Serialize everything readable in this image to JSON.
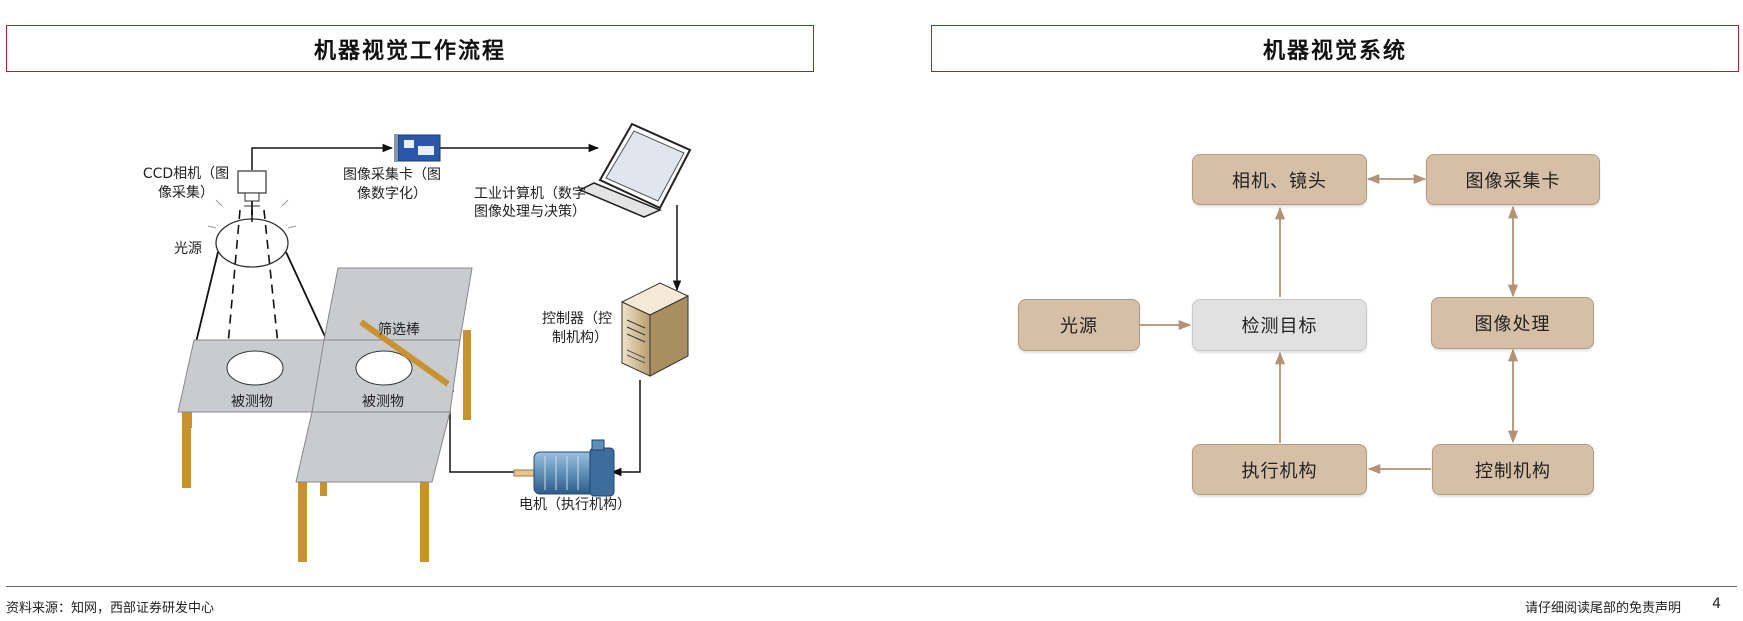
{
  "left_panel": {
    "title": "机器视觉工作流程",
    "labels": {
      "ccd_camera_1": "CCD相机（图",
      "ccd_camera_2": "像采集）",
      "capture_card_1": "图像采集卡（图",
      "capture_card_2": "像数字化）",
      "computer_1": "工业计算机（数字",
      "computer_2": "图像处理与决策）",
      "light_source": "光源",
      "sieve_rod": "筛选棒",
      "object_1": "被测物",
      "object_2": "被测物",
      "controller_1": "控制器（控",
      "controller_2": "制机构）",
      "motor": "电机（执行机构）"
    }
  },
  "right_panel": {
    "title": "机器视觉系统",
    "nodes": {
      "camera_lens": "相机、镜头",
      "capture_card": "图像采集卡",
      "light_source": "光源",
      "inspection_target": "检测目标",
      "image_processing": "图像处理",
      "actuator": "执行机构",
      "control_mechanism": "控制机构"
    }
  },
  "footer": {
    "source": "资料来源：知网，西部证券研发中心",
    "disclaimer": "请仔细阅读尾部的免责声明",
    "page_number": "4"
  },
  "colors": {
    "title_border": "#a0282b",
    "node_fill": "#d5bfa7",
    "node_fill_grey": "#e1e1e1",
    "arrow": "#b39275",
    "table_leg": "#c8922e",
    "table_top": "#c9cbce"
  }
}
